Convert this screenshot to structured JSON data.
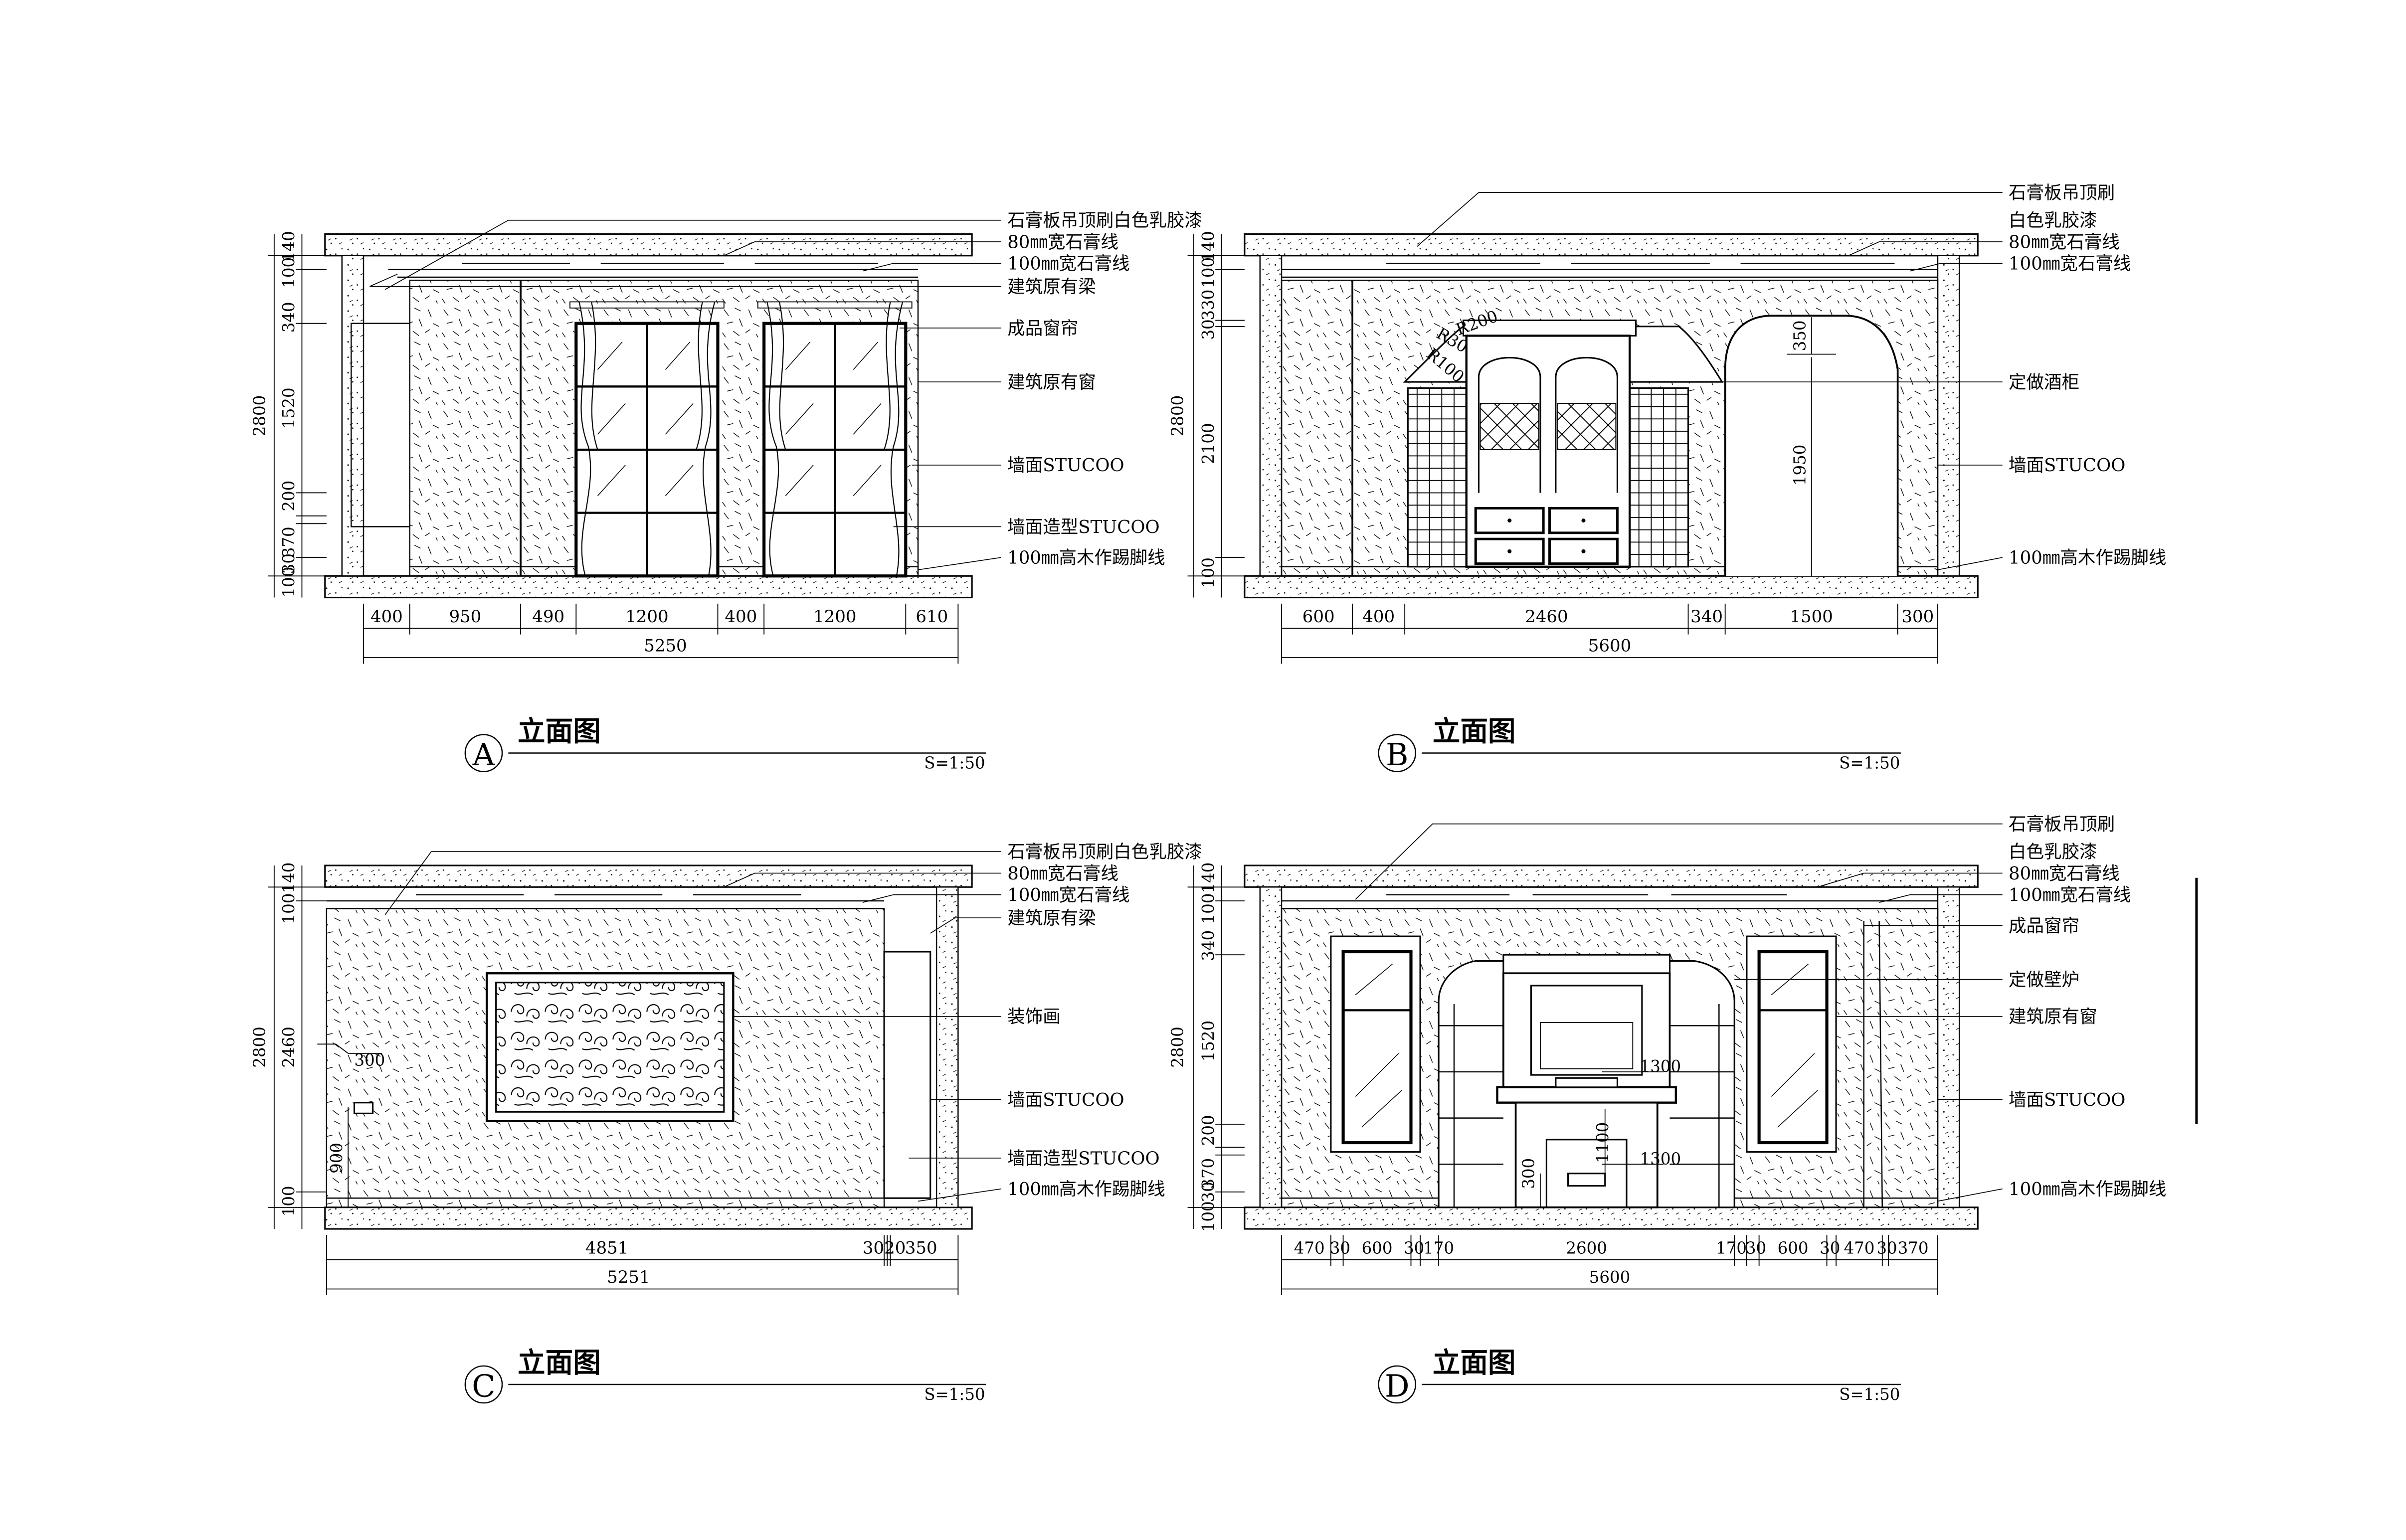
{
  "panels": [
    {
      "letter": "A",
      "title": "立面图",
      "scale": "S=1:50",
      "annotations": [
        "石膏板吊顶刷白色乳胶漆",
        "80㎜宽石膏线",
        "100㎜宽石膏线",
        "建筑原有梁",
        "成品窗帘",
        "建筑原有窗",
        "墙面STUCOO",
        "墙面造型STUCOO",
        "100㎜高木作踢脚线"
      ],
      "bottom_dims": [
        "400",
        "950",
        "490",
        "1200",
        "400",
        "1200",
        "610"
      ],
      "total_width": "5250",
      "left_dims": [
        "140",
        "100",
        "340",
        "1520",
        "200",
        "370",
        "30",
        "100"
      ],
      "total_height": "2800"
    },
    {
      "letter": "B",
      "title": "立面图",
      "scale": "S=1:50",
      "annotations": [
        "石膏板吊顶刷",
        "白色乳胶漆",
        "80㎜宽石膏线",
        "100㎜宽石膏线",
        "定做酒柜",
        "墙面STUCOO",
        "100㎜高木作踢脚线"
      ],
      "bottom_dims": [
        "600",
        "400",
        "2460",
        "340",
        "1500",
        "300"
      ],
      "total_width": "5600",
      "left_dims": [
        "140",
        "100",
        "330",
        "30",
        "2100",
        "100"
      ],
      "total_height": "2800",
      "inner_dims": [
        "R200",
        "R30",
        "R100",
        "350",
        "1950"
      ]
    },
    {
      "letter": "C",
      "title": "立面图",
      "scale": "S=1:50",
      "annotations": [
        "石膏板吊顶刷白色乳胶漆",
        "80㎜宽石膏线",
        "100㎜宽石膏线",
        "建筑原有梁",
        "装饰画",
        "墙面STUCOO",
        "墙面造型STUCOO",
        "100㎜高木作踢脚线"
      ],
      "bottom_dims": [
        "4851",
        "30",
        "20",
        "350"
      ],
      "total_width": "5251",
      "left_dims": [
        "140",
        "100",
        "2460",
        "100"
      ],
      "total_height": "2800",
      "inner_dims": [
        "300",
        "900"
      ]
    },
    {
      "letter": "D",
      "title": "立面图",
      "scale": "S=1:50",
      "annotations": [
        "石膏板吊顶刷",
        "白色乳胶漆",
        "80㎜宽石膏线",
        "100㎜宽石膏线",
        "成品窗帘",
        "定做壁炉",
        "建筑原有窗",
        "墙面STUCOO",
        "100㎜高木作踢脚线"
      ],
      "bottom_dims": [
        "470",
        "30",
        "600",
        "30",
        "170",
        "2600",
        "170",
        "30",
        "600",
        "30",
        "470",
        "30",
        "370"
      ],
      "total_width": "5600",
      "left_dims": [
        "140",
        "100",
        "340",
        "1520",
        "200",
        "370",
        "30",
        "100"
      ],
      "total_height": "2800",
      "inner_dims": [
        "1300",
        "1300",
        "1100",
        "300"
      ]
    }
  ]
}
